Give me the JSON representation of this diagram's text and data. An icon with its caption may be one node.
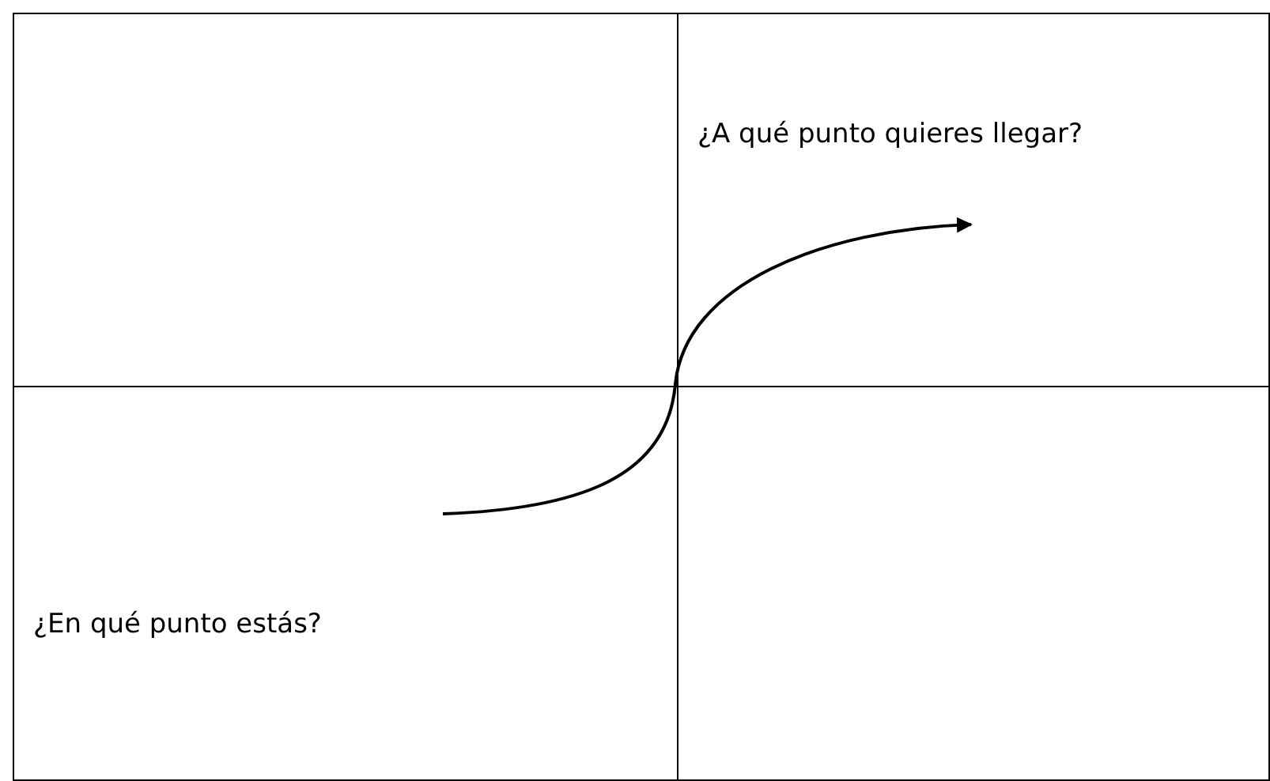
{
  "diagram": {
    "nodes": [
      {
        "text": [],
        "shape": "box"
      },
      {
        "text": [
          "¿A qué punto quieres llegar?"
        ]
      },
      {
        "text": [
          "¿En qué punto estás?"
        ]
      },
      {
        "text": [],
        "shape": "box"
      }
    ],
    "edges": [
      {
        "from": 2,
        "to": 1,
        "arrow": "to"
      }
    ]
  }
}
